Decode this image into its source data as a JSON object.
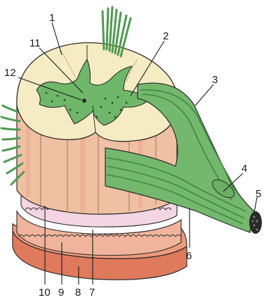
{
  "diagram": {
    "labels": [
      {
        "id": "1",
        "text": "1"
      },
      {
        "id": "2",
        "text": "2"
      },
      {
        "id": "3",
        "text": "3"
      },
      {
        "id": "4",
        "text": "4"
      },
      {
        "id": "5",
        "text": "5"
      },
      {
        "id": "6",
        "text": "6"
      },
      {
        "id": "7",
        "text": "7"
      },
      {
        "id": "8",
        "text": "8"
      },
      {
        "id": "9",
        "text": "9"
      },
      {
        "id": "10",
        "text": "10"
      },
      {
        "id": "11",
        "text": "11"
      },
      {
        "id": "12",
        "text": "12"
      }
    ],
    "colors": {
      "white_matter": "#f6ecc4",
      "gray_matter": "#6fb86a",
      "nerve_fibers": "#4f9a50",
      "column_flesh": "#f0c0a3",
      "pia_mater": "#f3d6e2",
      "arachnoid": "#f7d9c6",
      "dura_mater": "#e07a5c",
      "outline": "#2b2b2b"
    }
  }
}
